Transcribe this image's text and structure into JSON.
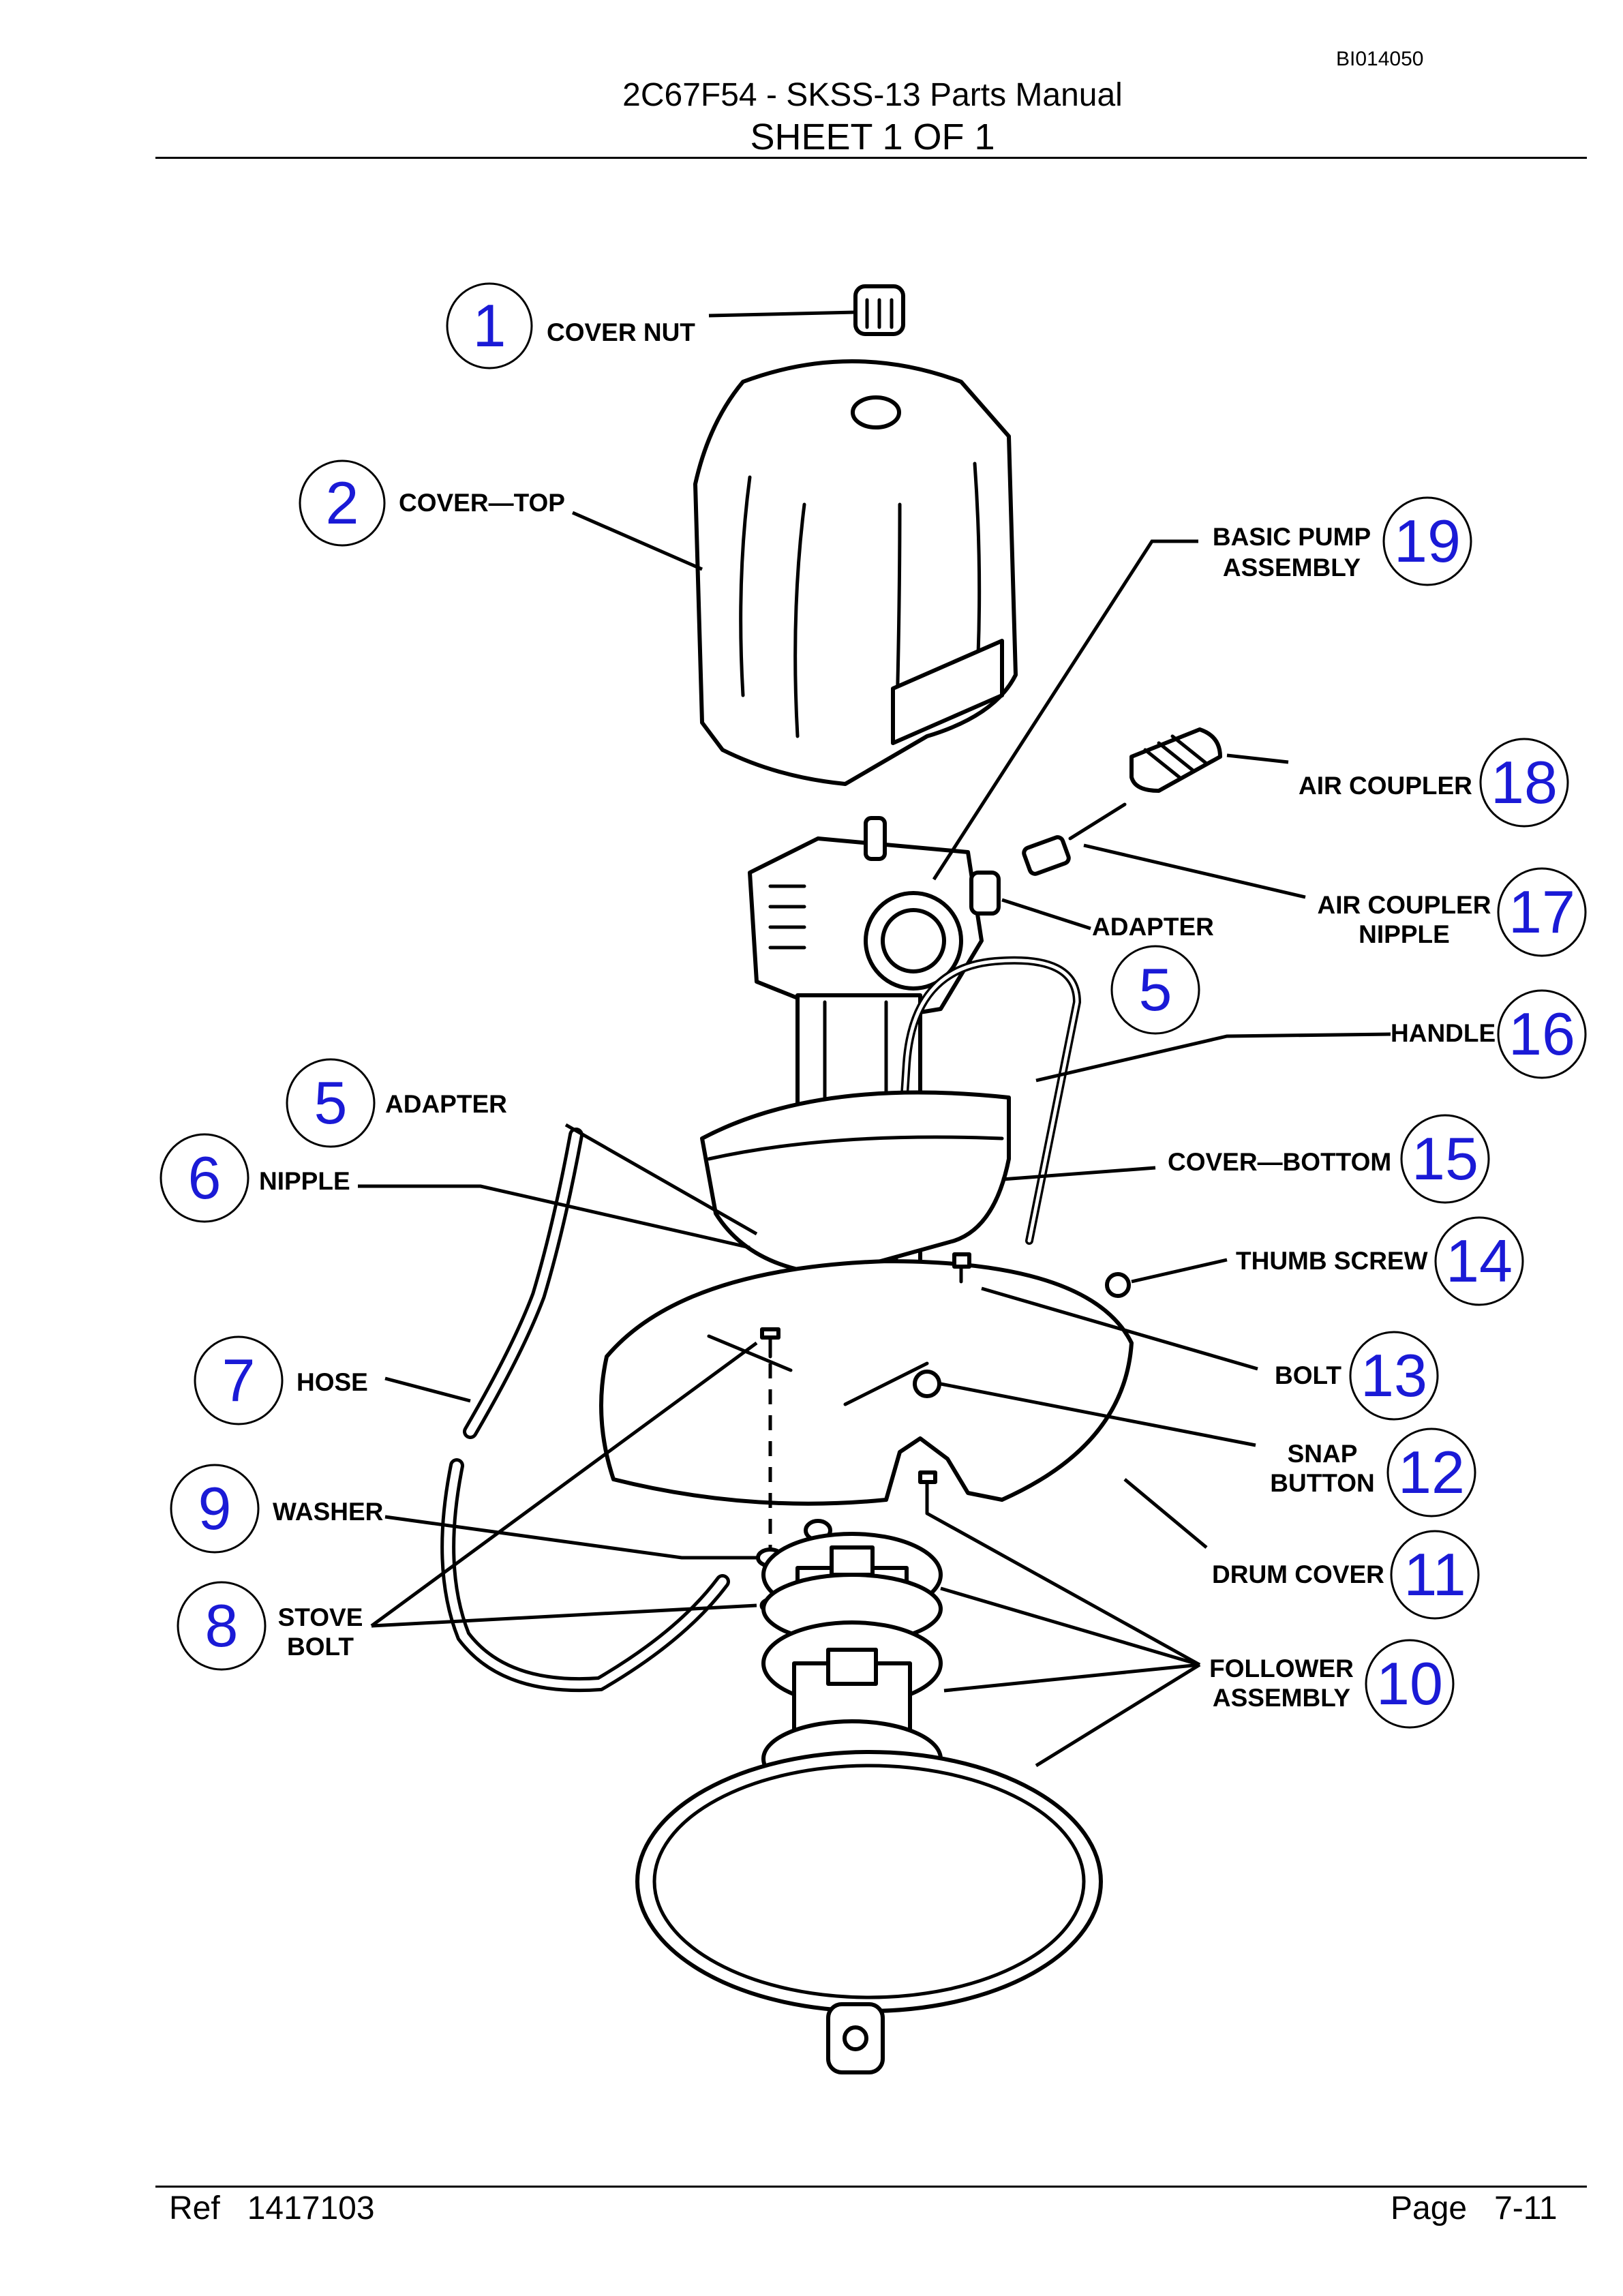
{
  "header": {
    "doc_code": "BI014050",
    "title": "2C67F54 - SKSS-13 Parts Manual",
    "subtitle": "SHEET 1 OF 1"
  },
  "footer": {
    "ref": "Ref   1417103",
    "page": "Page   7-11"
  },
  "callouts": [
    {
      "num": "1",
      "lines": [
        "COVER NUT"
      ]
    },
    {
      "num": "2",
      "lines": [
        "COVER—TOP"
      ]
    },
    {
      "num": "19",
      "lines": [
        "BASIC PUMP",
        "ASSEMBLY"
      ]
    },
    {
      "num": "18",
      "lines": [
        "AIR COUPLER"
      ]
    },
    {
      "num": "17",
      "lines": [
        "AIR COUPLER",
        "NIPPLE"
      ]
    },
    {
      "num": "5",
      "lines": [
        "ADAPTER"
      ]
    },
    {
      "num": "16",
      "lines": [
        "HANDLE"
      ]
    },
    {
      "num": "5",
      "lines": [
        "ADAPTER"
      ]
    },
    {
      "num": "6",
      "lines": [
        "NIPPLE"
      ]
    },
    {
      "num": "15",
      "lines": [
        "COVER—BOTTOM"
      ]
    },
    {
      "num": "14",
      "lines": [
        "THUMB SCREW"
      ]
    },
    {
      "num": "7",
      "lines": [
        "HOSE"
      ]
    },
    {
      "num": "13",
      "lines": [
        "BOLT"
      ]
    },
    {
      "num": "12",
      "lines": [
        "SNAP",
        "BUTTON"
      ]
    },
    {
      "num": "9",
      "lines": [
        "WASHER"
      ]
    },
    {
      "num": "11",
      "lines": [
        "DRUM COVER"
      ]
    },
    {
      "num": "8",
      "lines": [
        "STOVE",
        "BOLT"
      ]
    },
    {
      "num": "10",
      "lines": [
        "FOLLOWER",
        "ASSEMBLY"
      ]
    }
  ]
}
